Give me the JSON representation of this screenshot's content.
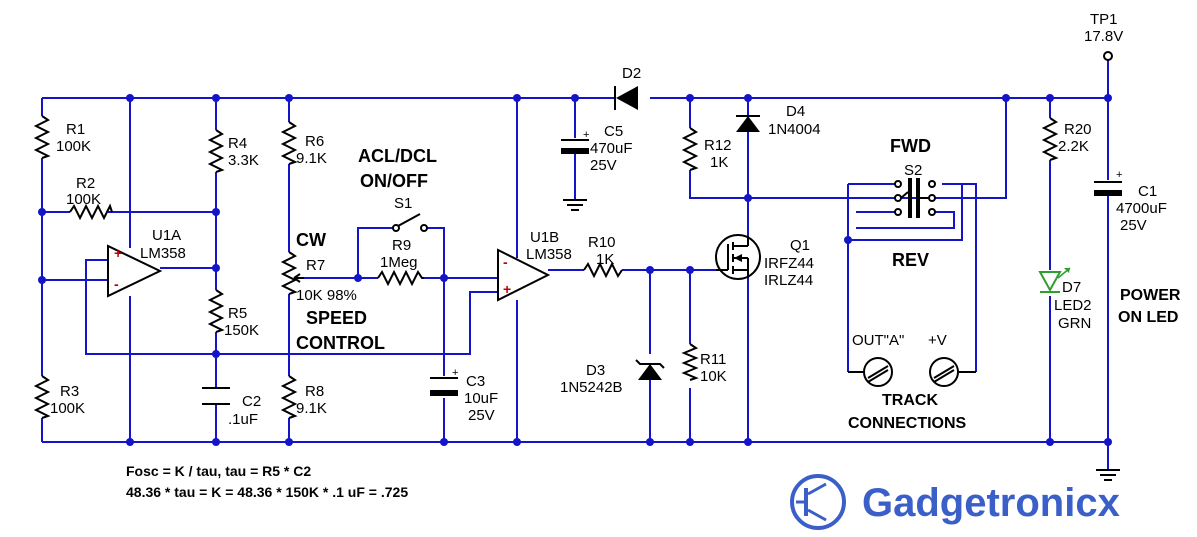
{
  "labels": {
    "tp1": "TP1",
    "tp1_v": "17.8V",
    "d2": "D2",
    "r1": "R1",
    "r1_v": "100K",
    "r2": "R2",
    "r2_v": "100K",
    "r3": "R3",
    "r3_v": "100K",
    "u1a": "U1A",
    "u1a_v": "LM358",
    "r4": "R4",
    "r4_v": "3.3K",
    "r5": "R5",
    "r5_v": "150K",
    "c2": "C2",
    "c2_v": ".1uF",
    "r6": "R6",
    "r6_v": "9.1K",
    "r7": "R7",
    "r7_v": "10K 98%",
    "r8": "R8",
    "r8_v": "9.1K",
    "cw": "CW",
    "speed1": "SPEED",
    "speed2": "CONTROL",
    "acl1": "ACL/DCL",
    "acl2": "ON/OFF",
    "s1": "S1",
    "r9": "R9",
    "r9_v": "1Meg",
    "c3": "C3",
    "c3_v1": "10uF",
    "c3_v2": "25V",
    "u1b": "U1B",
    "u1b_v": "LM358",
    "r10": "R10",
    "r10_v": "1K",
    "c5": "C5",
    "c5_v1": "470uF",
    "c5_v2": "25V",
    "r12": "R12",
    "r12_v": "1K",
    "d4": "D4",
    "d4_v": "1N4004",
    "q1": "Q1",
    "q1_v1": "IRFZ44",
    "q1_v2": "IRLZ44",
    "d3": "D3",
    "d3_v": "1N5242B",
    "r11": "R11",
    "r11_v": "10K",
    "fwd": "FWD",
    "s2": "S2",
    "rev": "REV",
    "outa": "OUT\"A\"",
    "vplus": "+V",
    "track1": "TRACK",
    "track2": "CONNECTIONS",
    "r20": "R20",
    "r20_v": "2.2K",
    "d7": "D7",
    "d7_v1": "LED2",
    "d7_v2": "GRN",
    "c1": "C1",
    "c1_v1": "4700uF",
    "c1_v2": "25V",
    "power1": "POWER",
    "power2": "ON LED",
    "formula1": "Fosc = K / tau, tau = R5 * C2",
    "formula2": "48.36 * tau = K = 48.36 * 150K * .1 uF = .725"
  },
  "brand": {
    "name": "Gadgetronicx"
  },
  "colors": {
    "wire": "#1414c8",
    "led": "#2e9e2e",
    "brand": "#3a5fc8"
  }
}
